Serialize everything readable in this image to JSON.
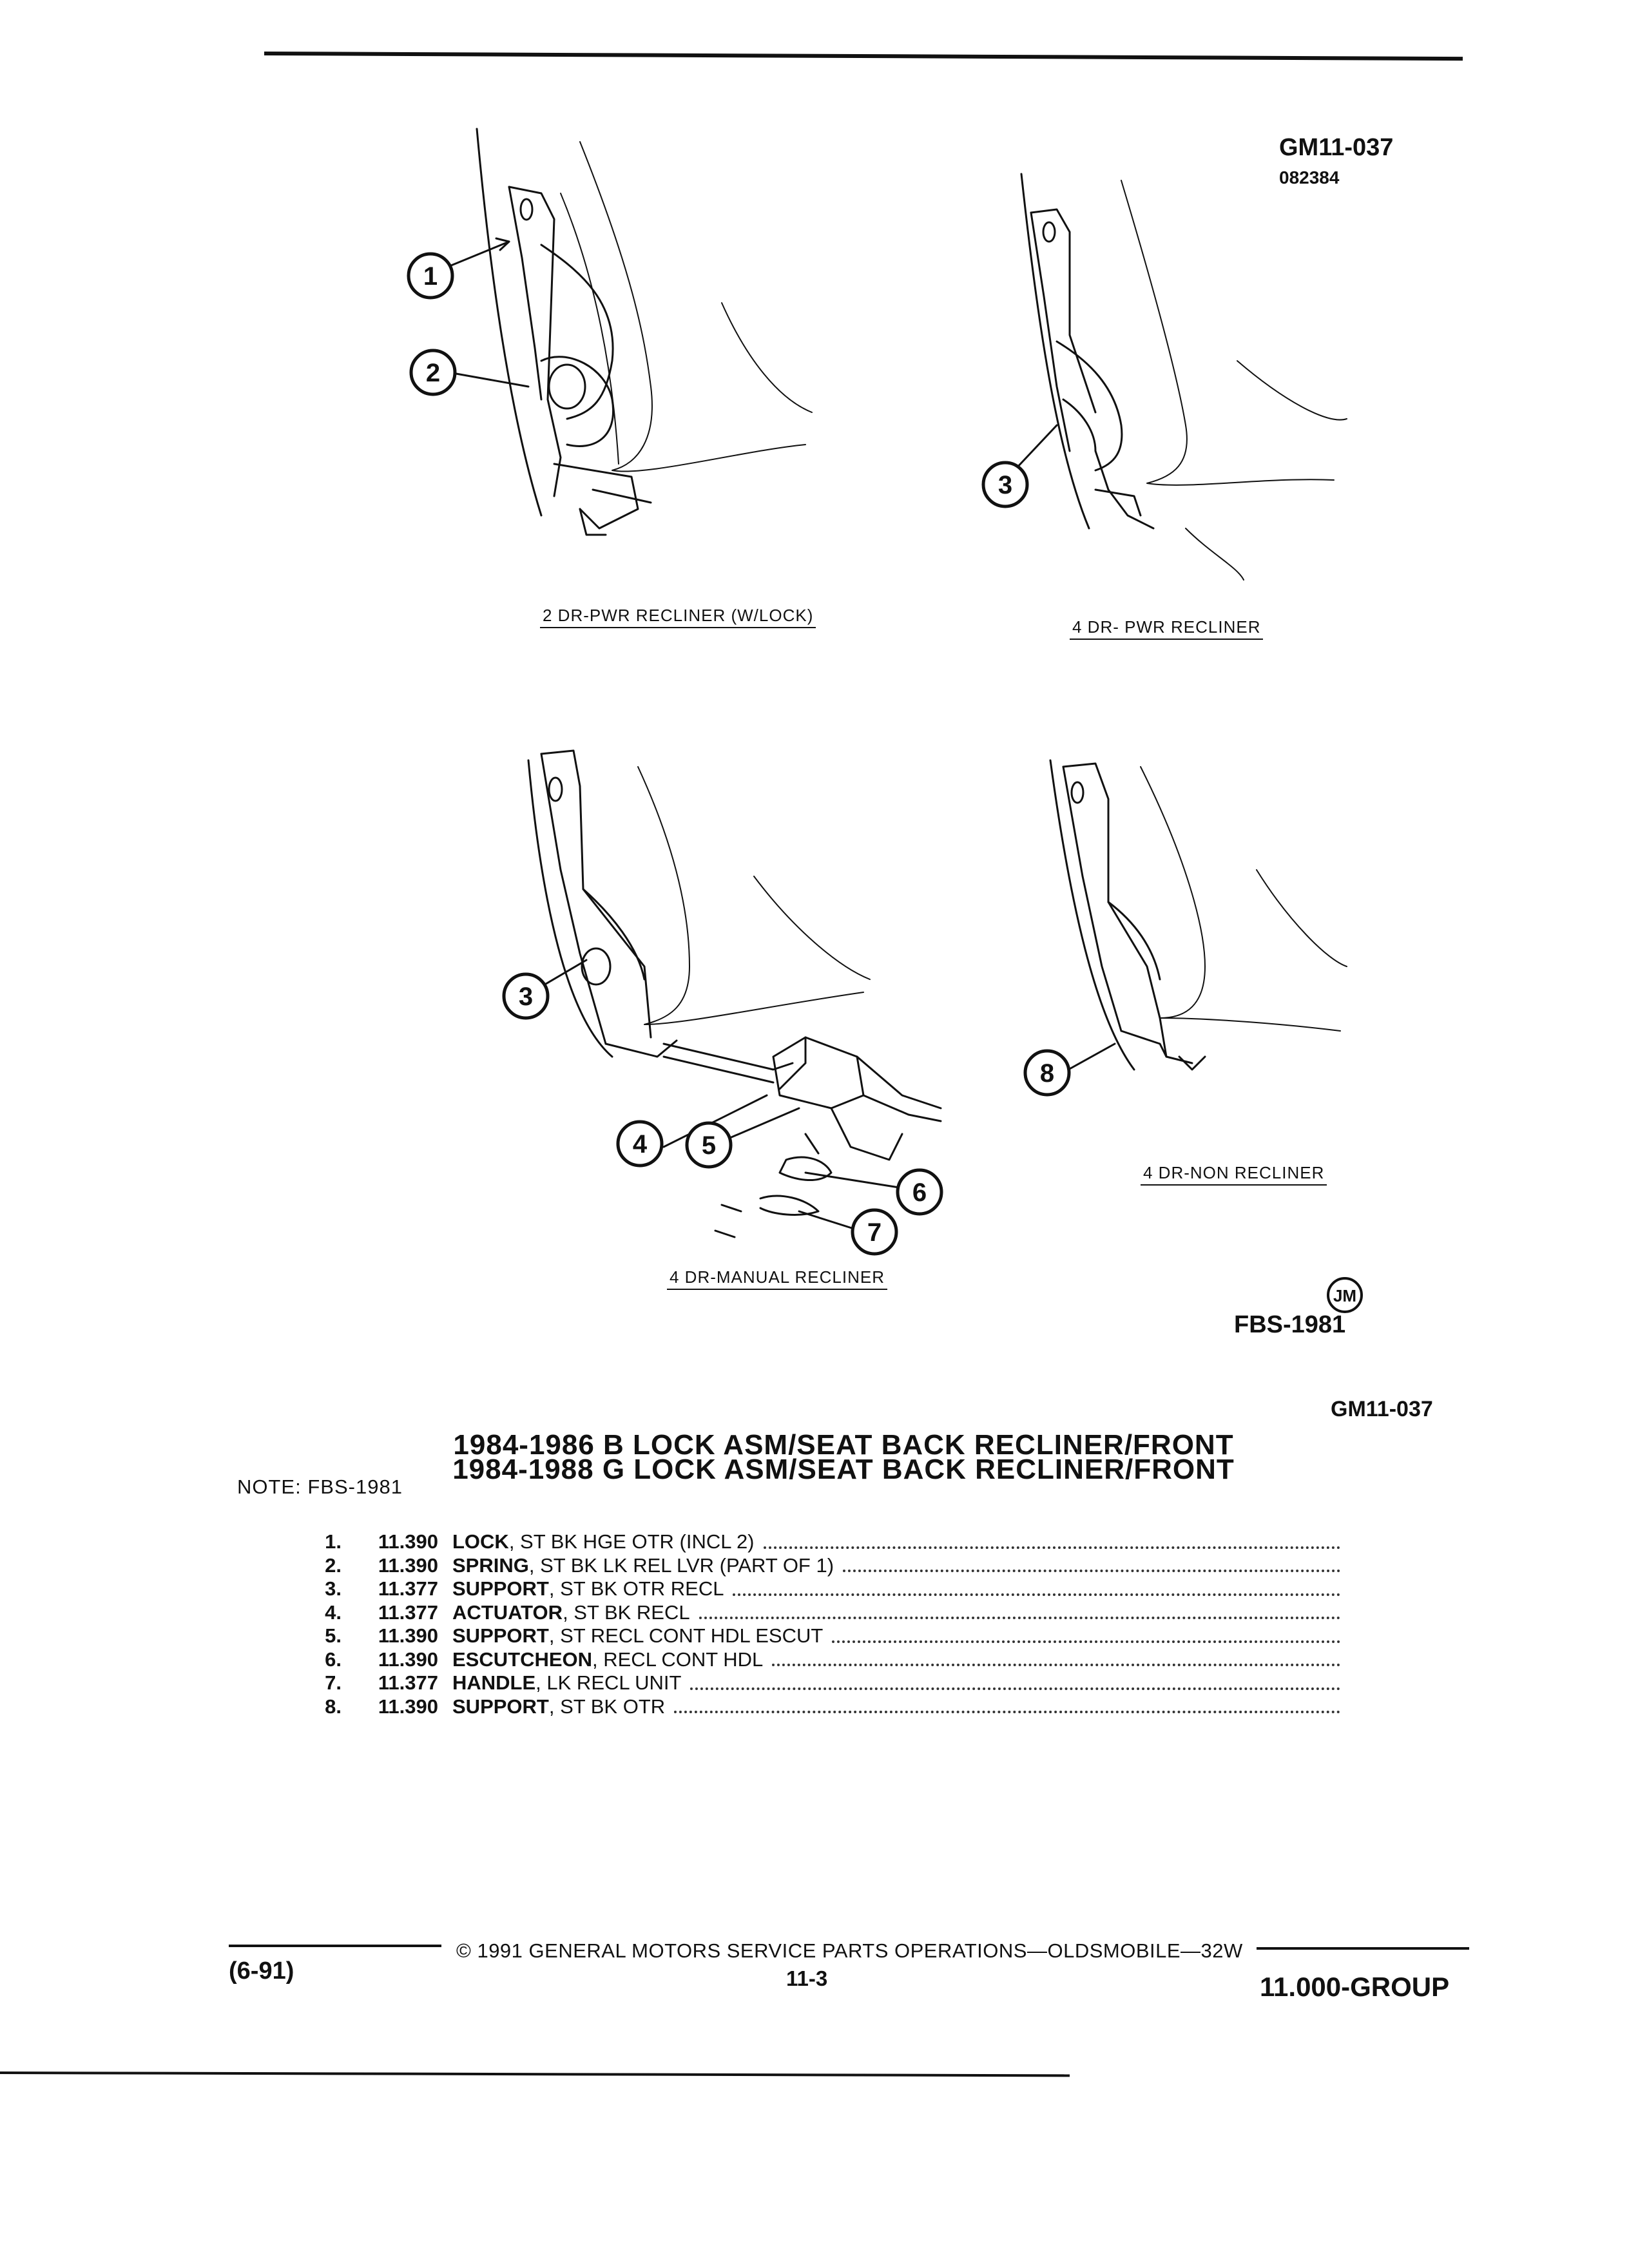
{
  "header": {
    "drawing_id": "GM11-037",
    "drawing_date": "082384"
  },
  "figures": [
    {
      "caption": "2 DR-PWR RECLINER (W/LOCK)",
      "callouts": [
        "1",
        "2"
      ]
    },
    {
      "caption": "4 DR- PWR RECLINER",
      "callouts": [
        "3"
      ]
    },
    {
      "caption": "4 DR-MANUAL  RECLINER",
      "callouts": [
        "3",
        "4",
        "5",
        "6",
        "7"
      ]
    },
    {
      "caption": "4 DR-NON RECLINER",
      "callouts": [
        "8"
      ]
    }
  ],
  "stamp": {
    "initials": "JM",
    "code": "FBS-1981"
  },
  "section_code": "GM11-037",
  "title_lines": [
    "1984-1986 B LOCK ASM/SEAT BACK RECLINER/FRONT",
    "1984-1988 G LOCK ASM/SEAT BACK RECLINER/FRONT"
  ],
  "note": {
    "label": "NOTE:",
    "value": "FBS-1981"
  },
  "parts": [
    {
      "num": "1.",
      "code": "11.390",
      "name": "LOCK",
      "desc": ", ST BK HGE OTR (INCL 2)"
    },
    {
      "num": "2.",
      "code": "11.390",
      "name": "SPRING",
      "desc": ", ST BK LK REL LVR (PART OF 1)"
    },
    {
      "num": "3.",
      "code": "11.377",
      "name": "SUPPORT",
      "desc": ", ST BK OTR RECL"
    },
    {
      "num": "4.",
      "code": "11.377",
      "name": "ACTUATOR",
      "desc": ", ST BK RECL"
    },
    {
      "num": "5.",
      "code": "11.390",
      "name": "SUPPORT",
      "desc": ", ST RECL CONT HDL ESCUT"
    },
    {
      "num": "6.",
      "code": "11.390",
      "name": "ESCUTCHEON",
      "desc": ", RECL CONT HDL"
    },
    {
      "num": "7.",
      "code": "11.377",
      "name": "HANDLE",
      "desc": ", LK RECL UNIT"
    },
    {
      "num": "8.",
      "code": "11.390",
      "name": "SUPPORT",
      "desc": ", ST BK OTR"
    }
  ],
  "footer": {
    "revision": "(6-91)",
    "copyright": "© 1991 GENERAL MOTORS SERVICE PARTS OPERATIONS—OLDSMOBILE—32W",
    "page": "11-3",
    "group": "11.000-GROUP"
  }
}
